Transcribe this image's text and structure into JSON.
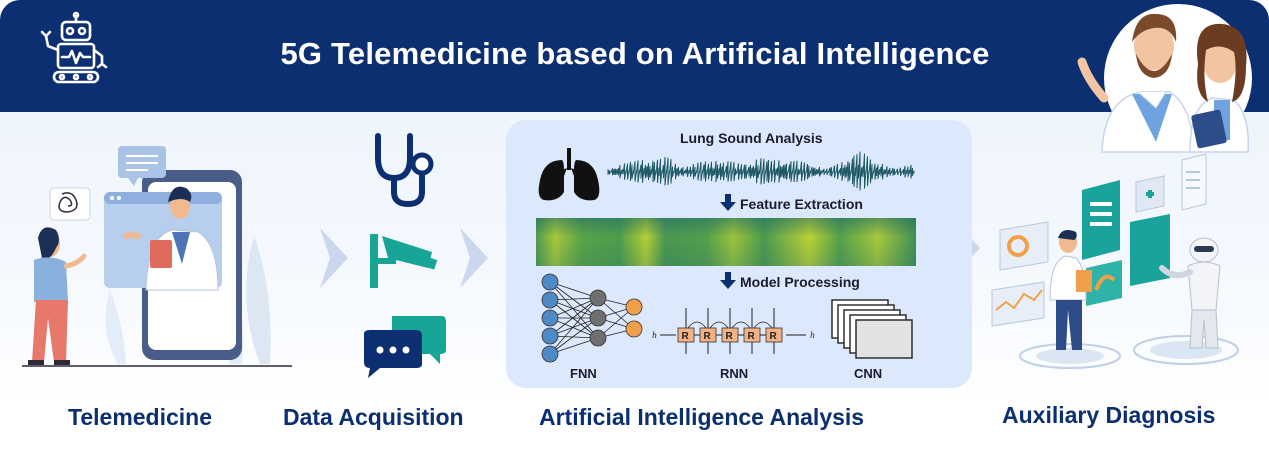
{
  "header": {
    "title": "5G Telemedicine based on  Artificial Intelligence"
  },
  "stages": {
    "telemedicine": "Telemedicine",
    "data_acquisition": "Data Acquisition",
    "ai_analysis": "Artificial Intelligence Analysis",
    "auxiliary_diagnosis": "Auxiliary Diagnosis"
  },
  "ai_panel": {
    "lung_sound": "Lung Sound Analysis",
    "feature_extraction": "Feature Extraction",
    "model_processing": "Model Processing",
    "models": {
      "fnn": "FNN",
      "rnn": "RNN",
      "cnn": "CNN"
    }
  },
  "colors": {
    "banner": "#0c2f72",
    "accent_teal": "#17a596",
    "node_blue": "#4f8ac4",
    "node_orange": "#f0a04b"
  },
  "icons": [
    "robot-icon",
    "stethoscope-icon",
    "camera-icon",
    "chat-icon",
    "lungs-icon",
    "down-arrow-icon",
    "chevron-right-icon"
  ]
}
